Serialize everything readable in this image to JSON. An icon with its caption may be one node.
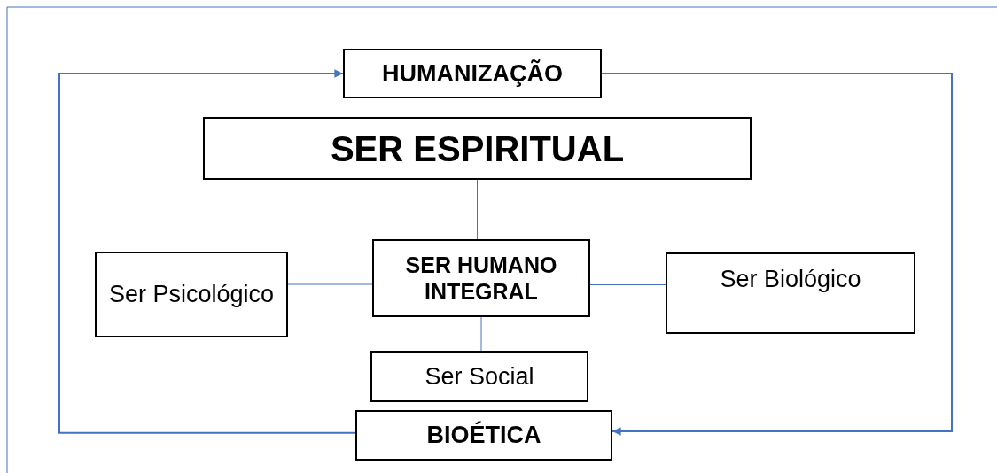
{
  "diagram": {
    "nodes": [
      {
        "text": [
          "HUMANIZAÇÃO"
        ]
      },
      {
        "text": [
          "SER ESPIRITUAL"
        ]
      },
      {
        "text": [
          "Ser Psicológico"
        ]
      },
      {
        "text": [
          "SER HUMANO INTEGRAL"
        ]
      },
      {
        "text": [
          "Ser Biológico"
        ]
      },
      {
        "text": [
          "Ser Social"
        ]
      },
      {
        "text": [
          "BIOÉTICA"
        ]
      }
    ],
    "edges": [
      {
        "from": 6,
        "to": 0,
        "arrow": "to"
      },
      {
        "from": 0,
        "to": 6,
        "arrow": "to"
      },
      {
        "from": 1,
        "to": 3,
        "arrow": "none"
      },
      {
        "from": 2,
        "to": 3,
        "arrow": "none"
      },
      {
        "from": 3,
        "to": 4,
        "arrow": "none"
      },
      {
        "from": 3,
        "to": 5,
        "arrow": "none"
      }
    ]
  }
}
